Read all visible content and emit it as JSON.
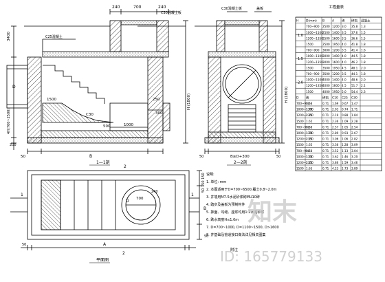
{
  "drawing": {
    "section_1_label": "1—1剖",
    "section_2_label": "2—2剖",
    "plan_label": "平面图",
    "notes_label": "附注",
    "table_title": "工程量表",
    "section_marker_2_top": "2",
    "section_marker_2_bottom": "2",
    "section_marker_1_left": "1",
    "section_marker_1_right": "1"
  },
  "dimensions": {
    "top_240_a": "240",
    "top_700": "700",
    "top_240_b": "240",
    "top_c30": "C30混凝土板",
    "top_c25": "C25混凝土",
    "cover_label": "盖板",
    "left_3400": "3400",
    "left_d": "D",
    "left_range": "4H(700~2500)",
    "left_200": "200",
    "mid_1500": "1500",
    "mid_c30": "C30",
    "mid_250": "250",
    "mid_500": "500",
    "mid_1000": "1000",
    "mid_300": "300",
    "bottom_50": "50",
    "bottom_b": "B",
    "bottom_a": "A",
    "right_h": "H (1800)",
    "sec2_b": "B≥D+300",
    "sec2_50a": "50",
    "sec2_50b": "50",
    "plan_d": "D",
    "plan_700": "700",
    "plan_240": "240",
    "plan_50": "50",
    "plan_a": "A",
    "plan_right_dims": "50 350 150",
    "plan_right_b": "B",
    "plan_right_50": "50"
  },
  "notes": [
    "说明:",
    "1. 单位: mm",
    "2. 本图适用于D=700~6500,覆土0.8~2.0m",
    "3. 井墙用M7.5水泥砂浆砌MU10砖",
    "4. 踏步及盖板为预制构件",
    "5. 抹面、勾缝、座浆均用1:2水泥砂浆",
    "6. 跌水高度H≤1.0m",
    "7. D=700~1000, D=1100~1500, D>1600",
    "8. 井基础及管道接口做法详见相关图集"
  ],
  "table": {
    "header": [
      "H",
      "D(mm)",
      "B",
      "A",
      "砖",
      "碎石",
      "混凝土"
    ],
    "groups": [
      {
        "h": "1.0",
        "rows": [
          [
            "700~900",
            "2500",
            "1200",
            "3.0",
            "35.8",
            "1.3"
          ],
          [
            "1000~1100",
            "2500",
            "1400",
            "3.5",
            "37.6",
            "1.5"
          ],
          [
            "1200~1350",
            "2500",
            "1600",
            "3.5",
            "36.6",
            "1.5"
          ],
          [
            "1500",
            "2500",
            "1950",
            "4.0",
            "41.8",
            "1.8"
          ]
        ]
      },
      {
        "h": "1.5",
        "rows": [
          [
            "700~900",
            "3000",
            "1200",
            "3.5",
            "41.4",
            "1.6"
          ],
          [
            "1000~1100",
            "3000",
            "1400",
            "4.0",
            "44.5",
            "1.8"
          ],
          [
            "1200~1350",
            "3000",
            "1600",
            "4.0",
            "46.2",
            "1.8"
          ],
          [
            "1500",
            "3500",
            "1950",
            "4.5",
            "48.1",
            "2.0"
          ]
        ]
      },
      {
        "h": "2.0",
        "rows": [
          [
            "700~900",
            "3500",
            "1200",
            "3.5",
            "44.1",
            "1.8"
          ],
          [
            "1000~1100",
            "4000",
            "1400",
            "4.0",
            "48.6",
            "2.0"
          ],
          [
            "1200~1350",
            "4000",
            "1600",
            "4.5",
            "51.7",
            "2.1"
          ],
          [
            "1500",
            "4000",
            "1950",
            "5.0",
            "54.4",
            "2.3"
          ]
        ]
      }
    ],
    "header2": [
      "D",
      "砖",
      "碎石",
      "C10",
      "C25",
      "C30"
    ],
    "rows2": [
      [
        "700~900",
        "1.68",
        "0.71",
        "1.69",
        "0.67",
        "1.47"
      ],
      [
        "1000~1100",
        "1.79",
        "0.71",
        "2.03",
        "0.74",
        "1.71"
      ],
      [
        "1200~1350",
        "2.10",
        "0.71",
        "2.19",
        "0.88",
        "1.84"
      ],
      [
        "1500",
        "1.65",
        "0.71",
        "2.36",
        "1.09",
        "2.28"
      ],
      [
        "700~900",
        "1.68",
        "0.71",
        "2.57",
        "1.05",
        "2.54"
      ],
      [
        "1000~1100",
        "1.79",
        "0.71",
        "2.89",
        "0.93",
        "2.67"
      ],
      [
        "1200~1350",
        "2.10",
        "0.71",
        "3.06",
        "1.06",
        "2.82"
      ],
      [
        "1500",
        "1.65",
        "0.71",
        "3.36",
        "1.28",
        "3.09"
      ],
      [
        "700~900",
        "1.68",
        "0.71",
        "3.52",
        "1.13",
        "3.04"
      ],
      [
        "1000~1100",
        "1.79",
        "0.71",
        "3.62",
        "1.46",
        "3.29"
      ],
      [
        "1200~1350",
        "2.10",
        "0.71",
        "3.86",
        "1.59",
        "3.46"
      ],
      [
        "1500",
        "1.65",
        "0.71",
        "4.23",
        "1.73",
        "3.89"
      ]
    ]
  },
  "watermark": {
    "brand": "知末",
    "id_text": "ID: 165779133"
  }
}
